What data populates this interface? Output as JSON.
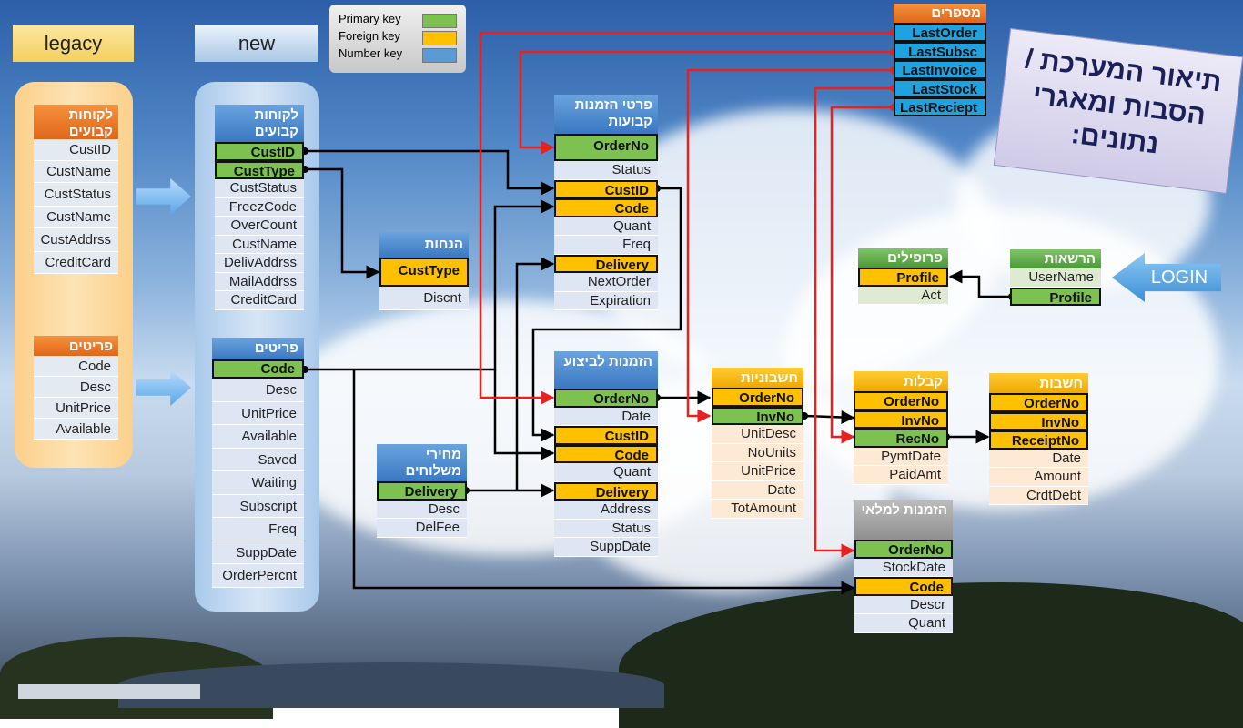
{
  "labels": {
    "legacy": "legacy",
    "new": "new",
    "login": "LOGIN"
  },
  "legend": {
    "primary": "Primary key",
    "foreign": "Foreign key",
    "number": "Number key",
    "colors": {
      "primary": "#7dc251",
      "foreign": "#ffc000",
      "number": "#1fa3e0"
    }
  },
  "title": {
    "line1": "תיאור המערכת /",
    "line2": "הסבות ומאגרי",
    "line3": "נתונים:"
  },
  "legacy_customers": {
    "title": "לקוחות קבועים",
    "rows": [
      "CustID",
      "CustName",
      "CustStatus",
      "CustName",
      "CustAddrss",
      "CreditCard"
    ]
  },
  "legacy_items": {
    "title": "פריטים",
    "rows": [
      "Code",
      "Desc",
      "UnitPrice",
      "Available"
    ]
  },
  "customers": {
    "title": "לקוחות קבועים",
    "rows": [
      "CustID",
      "CustType",
      "CustStatus",
      "FreezCode",
      "OverCount",
      "CustName",
      "DelivAddrss",
      "MailAddrss",
      "CreditCard"
    ]
  },
  "items": {
    "title": "פריטים",
    "rows": [
      "Code",
      "Desc",
      "UnitPrice",
      "Available",
      "Saved",
      "Waiting",
      "Subscript",
      "Freq",
      "SuppDate",
      "OrderPercnt"
    ]
  },
  "discounts": {
    "title": "הנחות",
    "rows": [
      "CustType",
      "Discnt"
    ]
  },
  "shipping": {
    "title": "מחירי משלוחים",
    "rows": [
      "Delivery",
      "Desc",
      "DelFee"
    ]
  },
  "subscriptions": {
    "title": "פרטי הזמנות קבועות",
    "rows": [
      "OrderNo",
      "Status",
      "CustID",
      "Code",
      "Quant",
      "Freq",
      "Delivery",
      "NextOrder",
      "Expiration"
    ]
  },
  "orders": {
    "title": "הזמנות לביצוע",
    "rows": [
      "OrderNo",
      "Date",
      "CustID",
      "Code",
      "Quant",
      "Delivery",
      "Address",
      "Status",
      "SuppDate"
    ]
  },
  "invoices": {
    "title": "חשבוניות",
    "rows": [
      "OrderNo",
      "InvNo",
      "UnitDesc",
      "NoUnits",
      "UnitPrice",
      "Date",
      "TotAmount"
    ]
  },
  "receipts": {
    "title": "קבלות",
    "rows": [
      "OrderNo",
      "InvNo",
      "RecNo",
      "PymtDate",
      "PaidAmt"
    ]
  },
  "accounts": {
    "title": "חשבות",
    "rows": [
      "OrderNo",
      "InvNo",
      "ReceiptNo",
      "Date",
      "Amount",
      "CrdtDebt"
    ]
  },
  "stock_orders": {
    "title": "הזמנות למלאי",
    "rows": [
      "OrderNo",
      "StockDate",
      "Code",
      "Descr",
      "Quant"
    ]
  },
  "numbers": {
    "title": "מספרים",
    "rows": [
      "LastOrder",
      "LastSubsc",
      "LastInvoice",
      "LastStock",
      "LastReciept"
    ]
  },
  "profiles": {
    "title": "פרופילים",
    "rows": [
      "Profile",
      "Act"
    ]
  },
  "permissions": {
    "title": "הרשאות",
    "rows": [
      "UserName",
      "Profile"
    ]
  }
}
